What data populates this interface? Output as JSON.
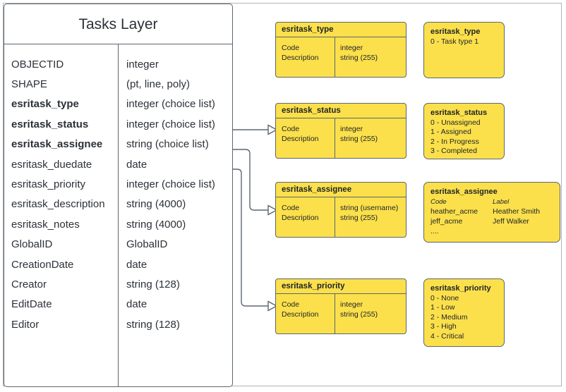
{
  "diagram": {
    "title": "Tasks Layer"
  },
  "entity": {
    "title": "Tasks Layer",
    "fields": [
      {
        "name": "OBJECTID",
        "type": "integer",
        "bold": false
      },
      {
        "name": "SHAPE",
        "type": "(pt, line, poly)",
        "bold": false
      },
      {
        "name": "esritask_type",
        "type": "integer (choice list)",
        "bold": true
      },
      {
        "name": "esritask_status",
        "type": "integer (choice list)",
        "bold": true
      },
      {
        "name": "esritask_assignee",
        "type": "string (choice list)",
        "bold": true
      },
      {
        "name": "esritask_duedate",
        "type": "date",
        "bold": false
      },
      {
        "name": "esritask_priority",
        "type": "integer (choice list)",
        "bold": false
      },
      {
        "name": "esritask_description",
        "type": "string (4000)",
        "bold": false
      },
      {
        "name": "esritask_notes",
        "type": "string (4000)",
        "bold": false
      },
      {
        "name": "GlobalID",
        "type": "GlobalID",
        "bold": false
      },
      {
        "name": "CreationDate",
        "type": "date",
        "bold": false
      },
      {
        "name": "Creator",
        "type": "string (128)",
        "bold": false
      },
      {
        "name": "EditDate",
        "type": "date",
        "bold": false
      },
      {
        "name": "Editor",
        "type": "string (128)",
        "bold": false
      }
    ]
  },
  "domain_tables": [
    {
      "header": "esritask_type",
      "rows": [
        {
          "code": "Code",
          "type": "integer"
        },
        {
          "code": "Description",
          "type": "string (255)"
        }
      ]
    },
    {
      "header": "esritask_status",
      "rows": [
        {
          "code": "Code",
          "type": "integer"
        },
        {
          "code": "Description",
          "type": "string (255)"
        }
      ]
    },
    {
      "header": "esritask_assignee",
      "rows": [
        {
          "code": "Code",
          "type": "string  (username)"
        },
        {
          "code": "Description",
          "type": "string (255)"
        }
      ]
    },
    {
      "header": "esritask_priority",
      "rows": [
        {
          "code": "Code",
          "type": "integer"
        },
        {
          "code": "Description",
          "type": "string (255)"
        }
      ]
    }
  ],
  "value_lists": [
    {
      "title": "esritask_type",
      "lines": [
        "0 - Task type 1"
      ]
    },
    {
      "title": "esritask_status",
      "lines": [
        "0 - Unassigned",
        "1 - Assigned",
        "2 - In Progress",
        "3 - Completed"
      ]
    },
    {
      "title": "esritask_assignee",
      "grid_headers": {
        "code": "Code",
        "label": "Label"
      },
      "grid_rows": [
        {
          "code": "heather_acme",
          "label": "Heather Smith"
        },
        {
          "code": "jeff_acme",
          "label": "Jeff Walker"
        }
      ],
      "ellipsis": "...."
    },
    {
      "title": "esritask_priority",
      "lines": [
        "0 - None",
        "1 - Low",
        "2 - Medium",
        "3 - High",
        "4 - Critical"
      ]
    }
  ],
  "colors": {
    "domain_yellow": "#FBE04B",
    "stroke": "#5D6670",
    "text": "#2C3138",
    "page_border": "#B3B3B3"
  }
}
